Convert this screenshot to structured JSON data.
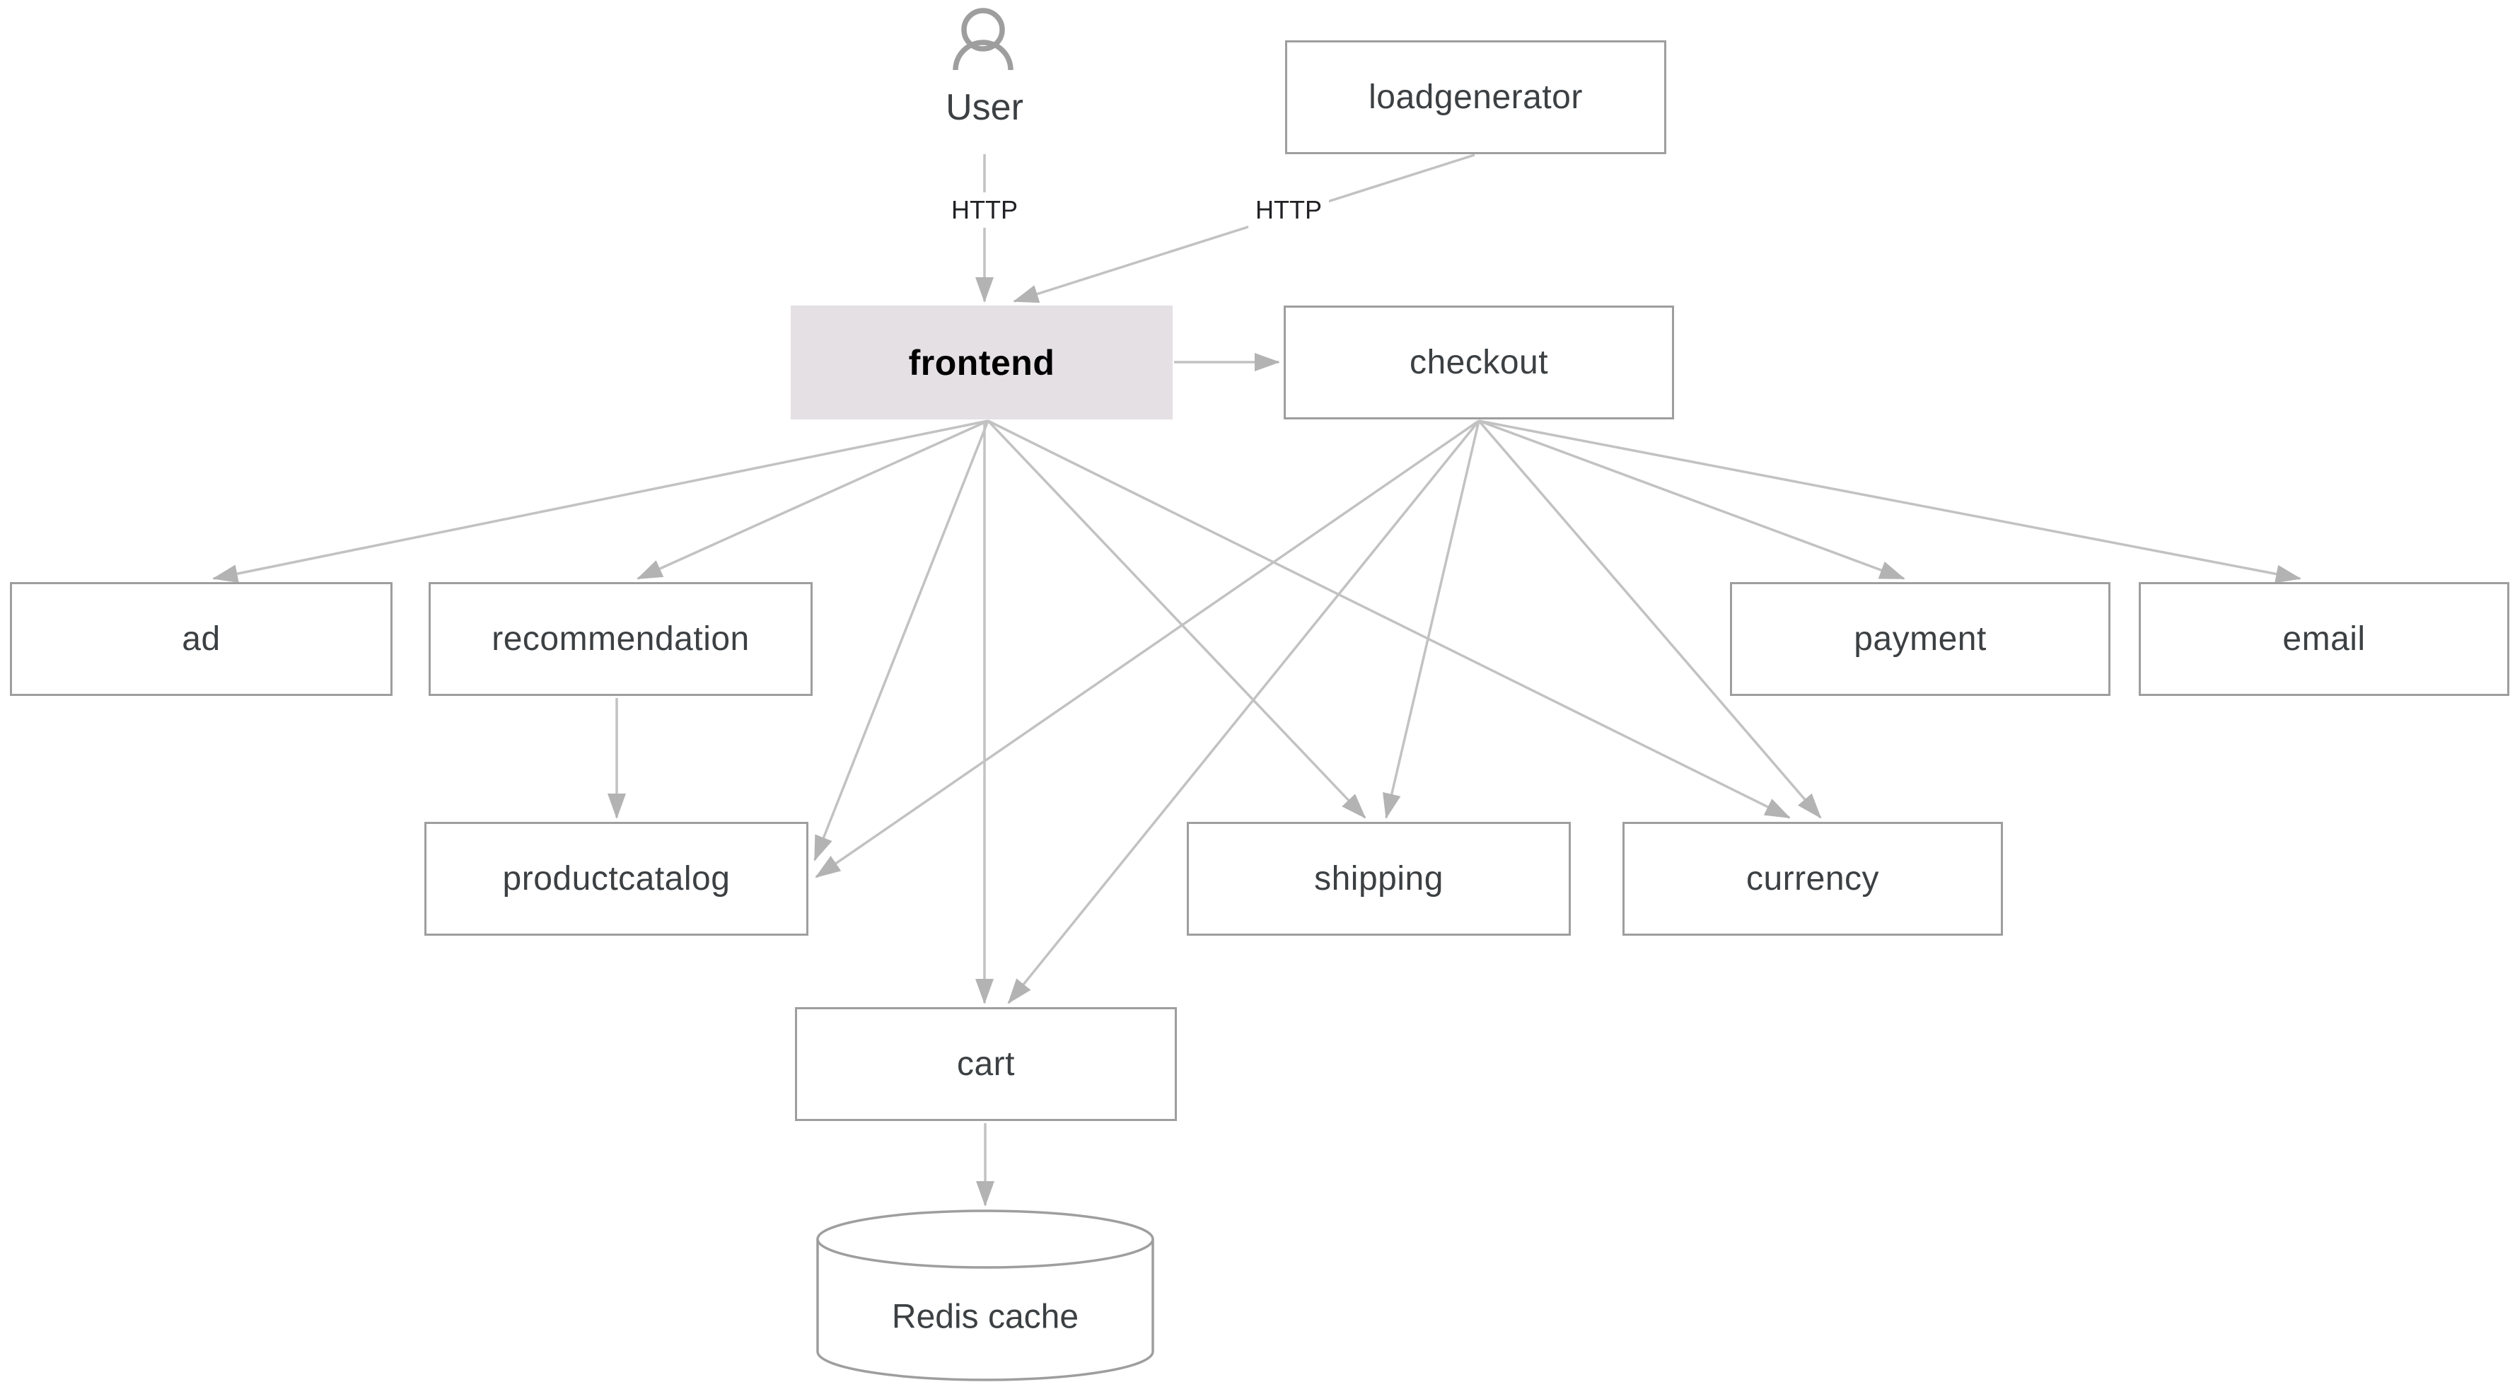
{
  "diagram": {
    "actor": {
      "label": "User"
    },
    "nodes": {
      "loadgenerator": {
        "label": "loadgenerator"
      },
      "frontend": {
        "label": "frontend"
      },
      "checkout": {
        "label": "checkout"
      },
      "ad": {
        "label": "ad"
      },
      "recommendation": {
        "label": "recommendation"
      },
      "payment": {
        "label": "payment"
      },
      "email": {
        "label": "email"
      },
      "productcatalog": {
        "label": "productcatalog"
      },
      "shipping": {
        "label": "shipping"
      },
      "currency": {
        "label": "currency"
      },
      "cart": {
        "label": "cart"
      },
      "redis": {
        "label": "Redis cache"
      }
    },
    "edges": [
      {
        "from": "User",
        "to": "frontend",
        "label": "HTTP"
      },
      {
        "from": "loadgenerator",
        "to": "frontend",
        "label": "HTTP"
      },
      {
        "from": "frontend",
        "to": "checkout",
        "label": ""
      },
      {
        "from": "frontend",
        "to": "ad",
        "label": ""
      },
      {
        "from": "frontend",
        "to": "recommendation",
        "label": ""
      },
      {
        "from": "frontend",
        "to": "productcatalog",
        "label": ""
      },
      {
        "from": "frontend",
        "to": "cart",
        "label": ""
      },
      {
        "from": "frontend",
        "to": "shipping",
        "label": ""
      },
      {
        "from": "frontend",
        "to": "currency",
        "label": ""
      },
      {
        "from": "checkout",
        "to": "productcatalog",
        "label": ""
      },
      {
        "from": "checkout",
        "to": "cart",
        "label": ""
      },
      {
        "from": "checkout",
        "to": "shipping",
        "label": ""
      },
      {
        "from": "checkout",
        "to": "currency",
        "label": ""
      },
      {
        "from": "checkout",
        "to": "payment",
        "label": ""
      },
      {
        "from": "checkout",
        "to": "email",
        "label": ""
      },
      {
        "from": "recommendation",
        "to": "productcatalog",
        "label": ""
      },
      {
        "from": "cart",
        "to": "redis",
        "label": ""
      }
    ],
    "colors": {
      "background": "#ffffff",
      "node_border": "#9e9e9e",
      "node_text": "#3c4043",
      "edge_line": "#c2c2c2",
      "arrowhead": "#b3b3b3",
      "highlight_fill": "#e5e0e3",
      "highlight_text": "#000000",
      "icon_gray": "#9e9e9e"
    }
  }
}
